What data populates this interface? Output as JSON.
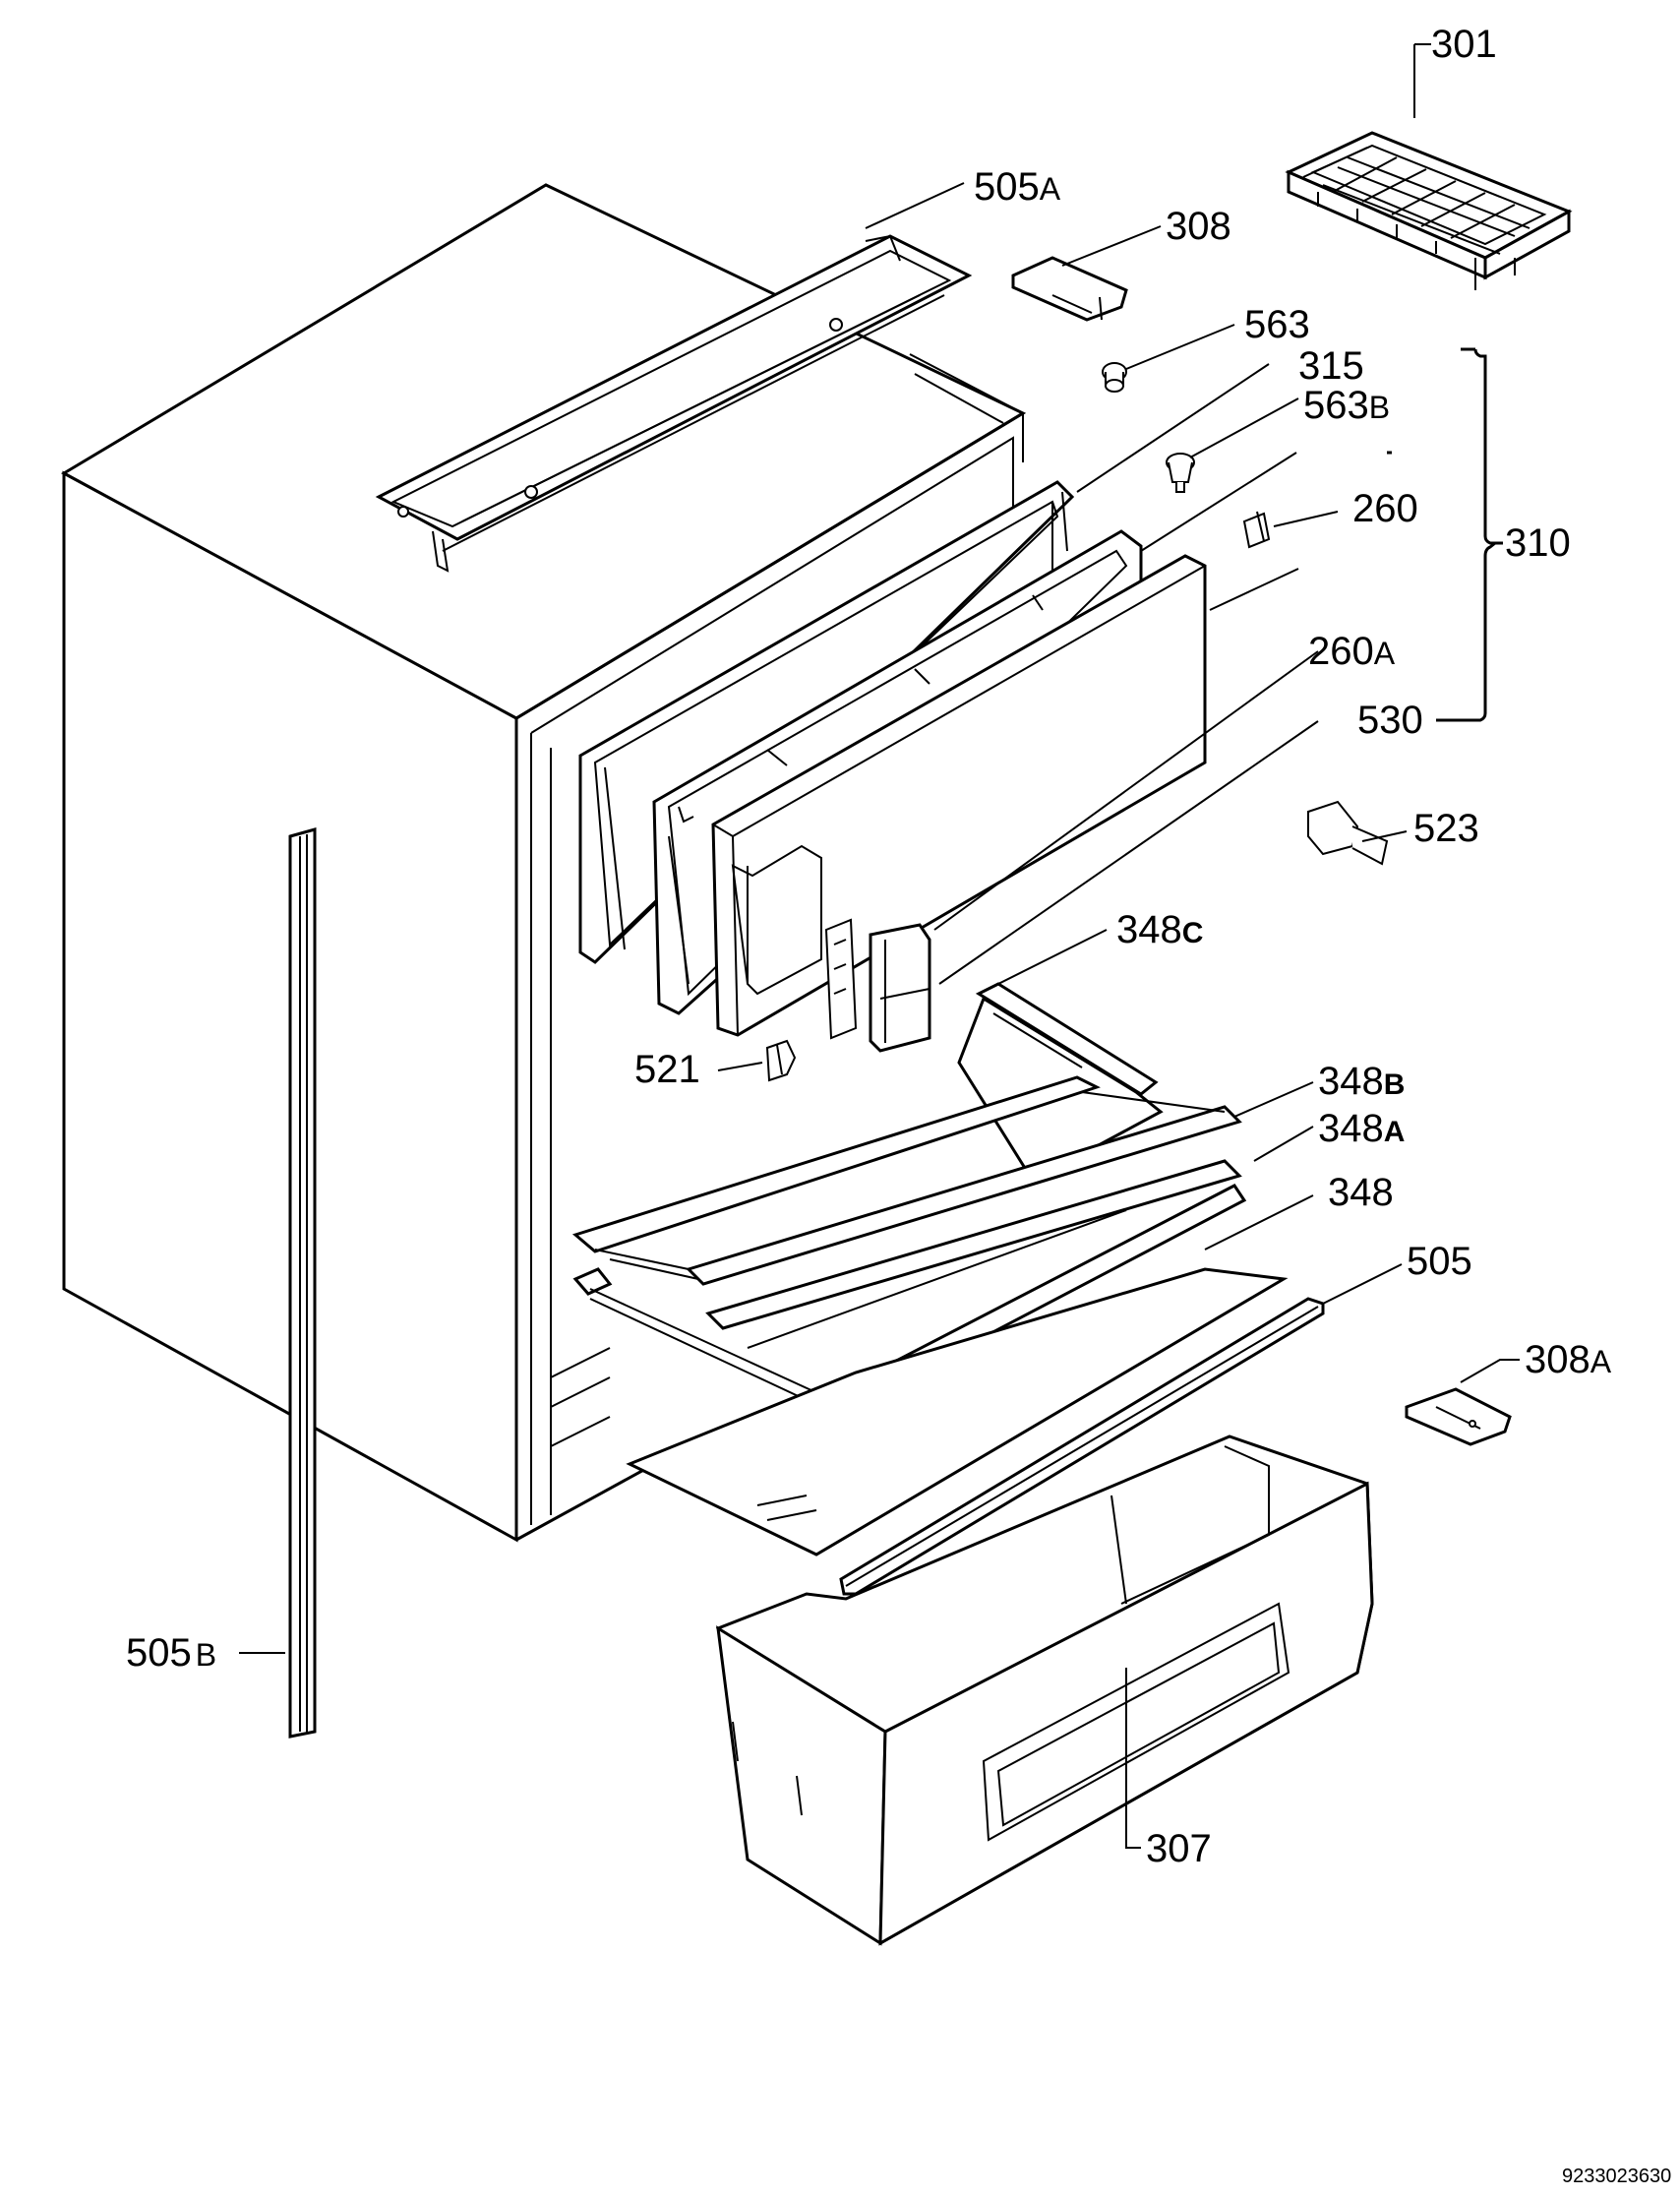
{
  "labels": {
    "p301": "301",
    "p505a": "505",
    "p505a_sfx": "A",
    "p308": "308",
    "p563": "563",
    "p315": "315",
    "p563b": "563",
    "p563b_sfx": "B",
    "p260": "260",
    "p310": "310",
    "p260a": "260",
    "p260a_sfx": "A",
    "p530": "530",
    "p523": "523",
    "p348c": "348",
    "p348c_sfx": "C",
    "p521": "521",
    "p348b": "348",
    "p348b_sfx": "B",
    "p348a": "348",
    "p348a_sfx": "A",
    "p348": "348",
    "p505": "505",
    "p308a": "308",
    "p308a_sfx": "A",
    "p505b": "505",
    "p505b_sfx": "B",
    "p307": "307"
  },
  "drawing_code": "9233023630"
}
